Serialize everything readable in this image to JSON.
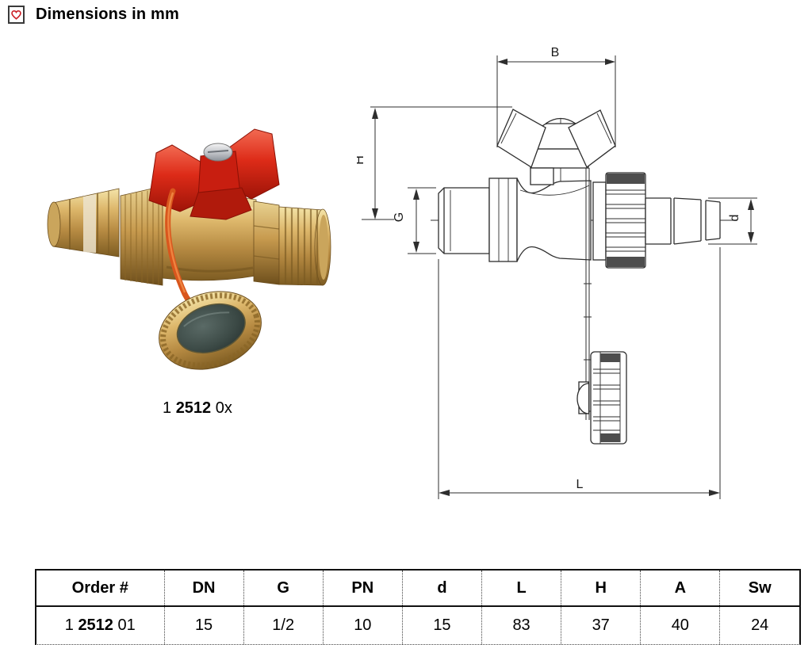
{
  "header": {
    "title": "Dimensions in mm",
    "icon": "heart-box-icon",
    "accent_color": "#cc2229"
  },
  "product": {
    "caption": {
      "prefix": "1 ",
      "bold": "2512",
      "suffix": " 0x"
    },
    "photo_subject": "brass drain ball valve with red butterfly handle, hose barb, union nut and sealing cap on orange lanyard",
    "colors": {
      "brass_light": "#f0dfa2",
      "brass_mid": "#c79a4e",
      "brass_dark": "#7d5c22",
      "handle_red": "#d8281e",
      "cord_orange": "#d9561d",
      "cap_face": "#3c4a46"
    }
  },
  "drawing": {
    "line_color": "#2e2e2e",
    "labels": {
      "B": "B",
      "H": "H",
      "G": "G",
      "d": "d",
      "L": "L"
    }
  },
  "table": {
    "headers": [
      "Order #",
      "DN",
      "G",
      "PN",
      "d",
      "L",
      "H",
      "A",
      "Sw"
    ],
    "row": {
      "order": {
        "prefix": "1 ",
        "bold": "2512",
        "suffix": " 01"
      },
      "values": [
        "15",
        "1/2",
        "10",
        "15",
        "83",
        "37",
        "40",
        "24"
      ]
    }
  }
}
